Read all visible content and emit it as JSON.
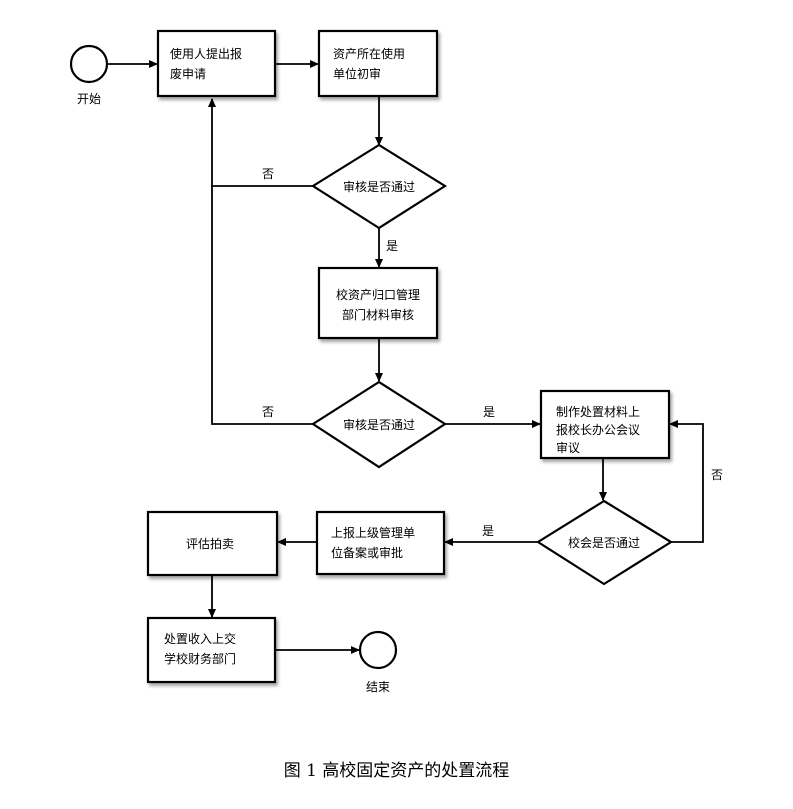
{
  "nodes": {
    "start": "开始",
    "apply_l1": "使用人提出报",
    "apply_l2": "废申请",
    "unit_l1": "资产所在使用",
    "unit_l2": "单位初审",
    "check1": "审核是否通过",
    "asset_l1": "校资产归口管理",
    "asset_l2": "部门材料审核",
    "check2": "审核是否通过",
    "prep_l1": "制作处置材料上",
    "prep_l2": "报校长办公会议",
    "prep_l3": "审议",
    "meeting": "校会是否通过",
    "report_l1": "上报上级管理单",
    "report_l2": "位备案或审批",
    "auction": "评估拍卖",
    "income_l1": "处置收入上交",
    "income_l2": "学校财务部门",
    "end": "结束"
  },
  "edges": {
    "no1": "否",
    "yes1": "是",
    "no2": "否",
    "yes2": "是",
    "no3": "否",
    "yes3": "是"
  },
  "caption": "图 1 高校固定资产的处置流程"
}
